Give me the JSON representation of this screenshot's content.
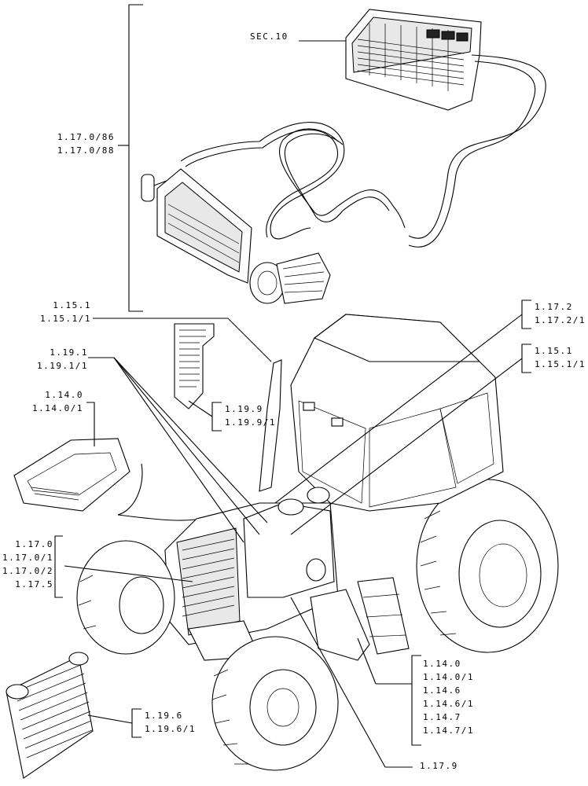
{
  "labels": {
    "sec10": "SEC.10",
    "c_1_17_0_86": [
      "1.17.0/86",
      "1.17.0/88"
    ],
    "c_1_15_1_left": [
      "1.15.1",
      "1.15.1/1"
    ],
    "c_1_19_1": [
      "1.19.1",
      "1.19.1/1"
    ],
    "c_1_14_0_left": [
      "1.14.0",
      "1.14.0/1"
    ],
    "c_1_19_9": [
      "1.19.9",
      "1.19.9/1"
    ],
    "c_1_17_2": [
      "1.17.2",
      "1.17.2/1"
    ],
    "c_1_15_1_right": [
      "1.15.1",
      "1.15.1/1"
    ],
    "c_1_17_0": [
      "1.17.0",
      "1.17.0/1",
      "1.17.0/2",
      "1.17.5"
    ],
    "c_1_14_right": [
      "1.14.0",
      "1.14.0/1",
      "1.14.6",
      "1.14.6/1",
      "1.14.7",
      "1.14.7/1"
    ],
    "c_1_19_6": [
      "1.19.6",
      "1.19.6/1"
    ],
    "c_1_17_9": "1.17.9"
  }
}
